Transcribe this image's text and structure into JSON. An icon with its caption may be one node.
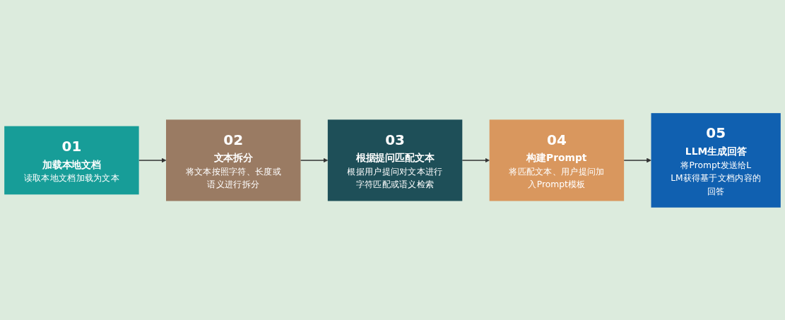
{
  "diagram": {
    "nodes": [
      {
        "text": [
          "01",
          "加载本地文档",
          "读取本地文档加载为文本"
        ]
      },
      {
        "text": [
          "02",
          "文本拆分",
          "将文本按照字符、长度或语义进行拆分"
        ]
      },
      {
        "text": [
          "03",
          "根据提问匹配文本",
          "根据用户提问对文本进行字符匹配或语义检索"
        ]
      },
      {
        "text": [
          "04",
          "构建Prompt",
          "将匹配文本、用户提问加入Prompt模板"
        ]
      },
      {
        "text": [
          "05",
          "LLM生成回答",
          "将Prompt发送给LLM获得基于文档内容的回答"
        ]
      }
    ],
    "edges": [
      {
        "from": 0,
        "to": 1,
        "arrow": "to"
      },
      {
        "from": 1,
        "to": 2,
        "arrow": "to"
      },
      {
        "from": 2,
        "to": 3,
        "arrow": "to"
      },
      {
        "from": 3,
        "to": 4,
        "arrow": "to"
      }
    ]
  }
}
